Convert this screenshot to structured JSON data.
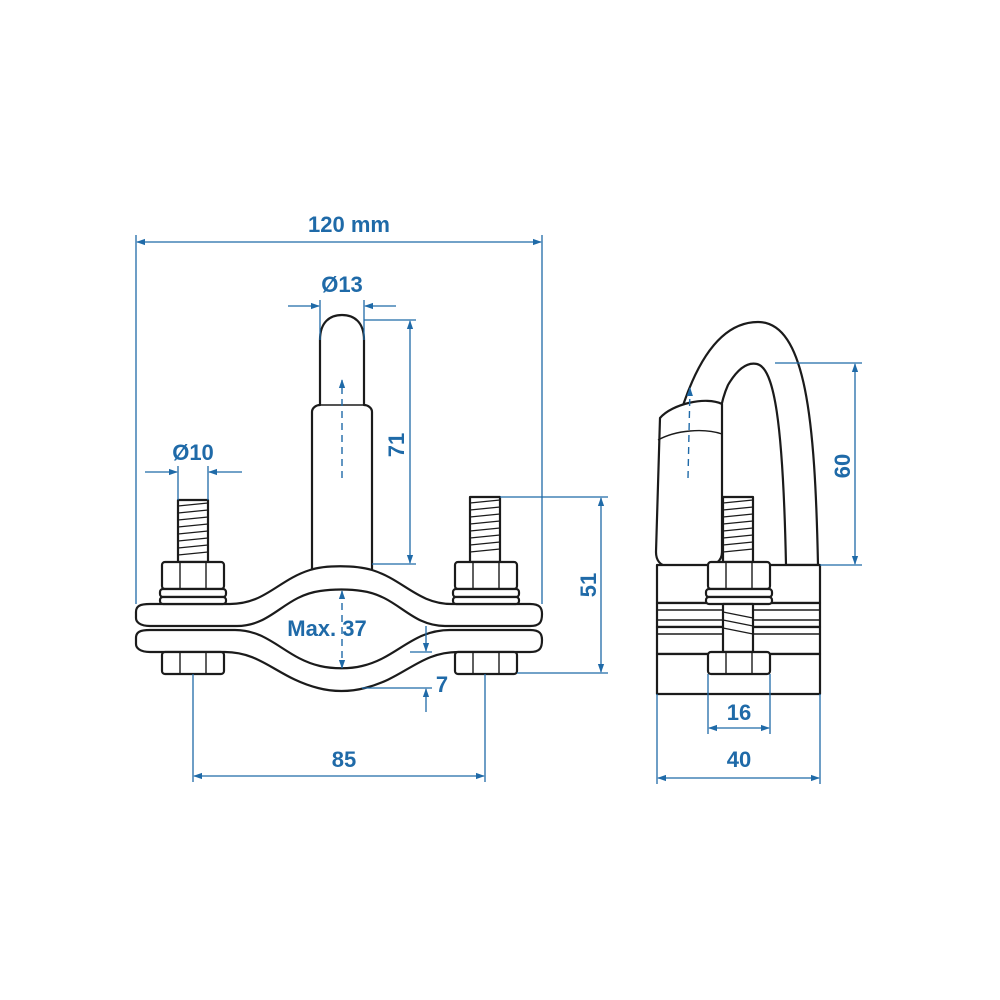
{
  "dimensions": {
    "total_width": "120 mm",
    "pin_diameter": "Ø13",
    "bolt_diameter": "Ø10",
    "pin_height": "71",
    "clamp_opening": "Max. 37",
    "bolt_height": "51",
    "plate_thickness": "7",
    "bolt_spacing": "85",
    "side_height": "60",
    "side_bolt_width": "16",
    "side_width": "40"
  },
  "colors": {
    "dimension": "#1f6aa8",
    "outline": "#1b1b1b",
    "background": "#ffffff"
  }
}
